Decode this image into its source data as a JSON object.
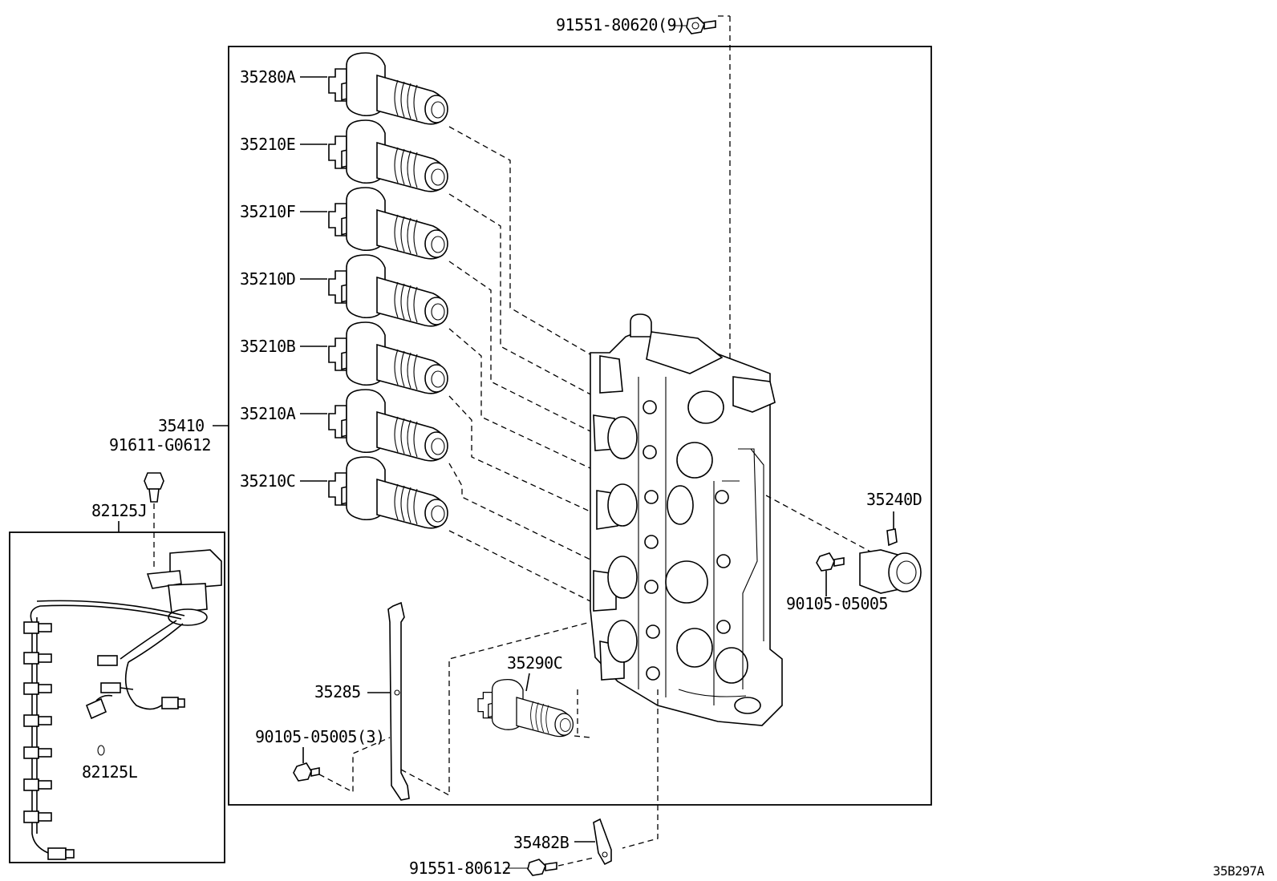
{
  "labels": {
    "bolt_top": "91551-80620(9)",
    "sol_280a": "35280A",
    "sol_210e": "35210E",
    "sol_210f": "35210F",
    "sol_210d": "35210D",
    "sol_210b": "35210B",
    "sol_210a": "35210A",
    "sol_210c": "35210C",
    "valve_body": "35410",
    "bolt_harness": "91611-G0612",
    "harness_main": "82125J",
    "harness_clamp": "82125L",
    "sensor": "35240D",
    "bolt_sensor": "90105-05005",
    "sol_290c": "35290C",
    "plate": "35285",
    "bolt_plate": "90105-05005(3)",
    "bracket": "35482B",
    "bolt_bracket": "91551-80612",
    "diagram_code": "35B297A"
  }
}
